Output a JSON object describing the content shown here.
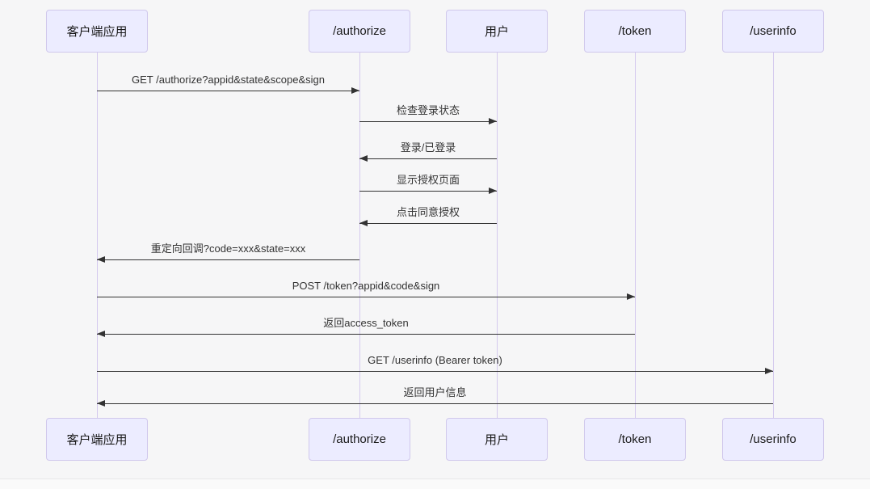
{
  "diagram": {
    "type": "sequence",
    "participants": [
      {
        "id": "client",
        "label": "客户端应用"
      },
      {
        "id": "authorize",
        "label": "/authorize"
      },
      {
        "id": "user",
        "label": "用户"
      },
      {
        "id": "token",
        "label": "/token"
      },
      {
        "id": "userinfo",
        "label": "/userinfo"
      }
    ],
    "messages": [
      {
        "from": "客户端应用",
        "to": "/authorize",
        "direction": "right",
        "text": "GET /authorize?appid&state&scope&sign"
      },
      {
        "from": "/authorize",
        "to": "用户",
        "direction": "right",
        "text": "检查登录状态"
      },
      {
        "from": "用户",
        "to": "/authorize",
        "direction": "left",
        "text": "登录/已登录"
      },
      {
        "from": "/authorize",
        "to": "用户",
        "direction": "right",
        "text": "显示授权页面"
      },
      {
        "from": "用户",
        "to": "/authorize",
        "direction": "left",
        "text": "点击同意授权"
      },
      {
        "from": "/authorize",
        "to": "客户端应用",
        "direction": "left",
        "text": "重定向回调?code=xxx&state=xxx"
      },
      {
        "from": "客户端应用",
        "to": "/token",
        "direction": "right",
        "text": "POST /token?appid&code&sign"
      },
      {
        "from": "/token",
        "to": "客户端应用",
        "direction": "left",
        "text": "返回access_token"
      },
      {
        "from": "客户端应用",
        "to": "/userinfo",
        "direction": "right",
        "text": "GET /userinfo (Bearer token)"
      },
      {
        "from": "/userinfo",
        "to": "客户端应用",
        "direction": "left",
        "text": "返回用户信息"
      }
    ],
    "colors": {
      "canvas_background": "#f6f6f7",
      "actor_fill": "#ECECFF",
      "actor_border": "#d0c8ec",
      "lifeline": "#d4c9ee",
      "arrow": "#333333"
    }
  }
}
